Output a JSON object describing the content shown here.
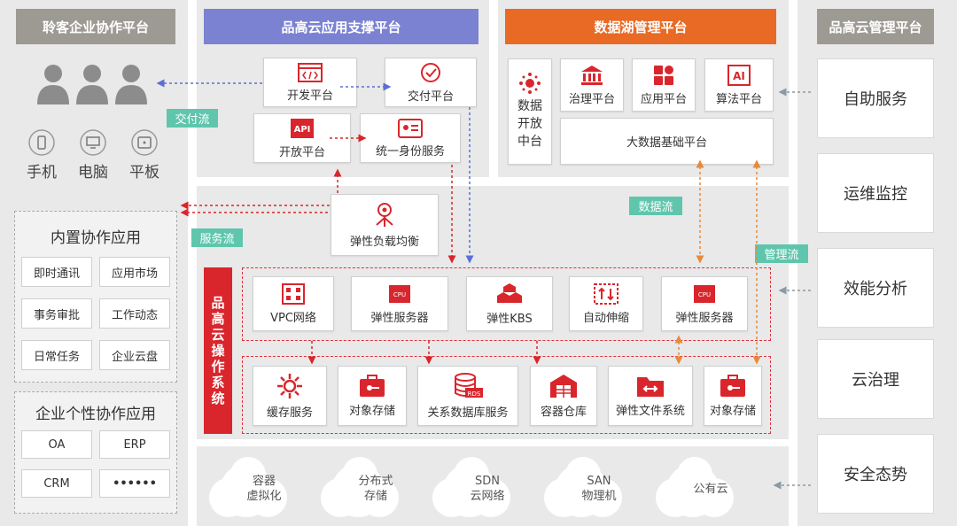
{
  "headers": {
    "left": "聆客企业协作平台",
    "app": "品高云应用支撑平台",
    "lake": "数据湖管理平台",
    "mgmt": "品高云管理平台"
  },
  "devices": [
    "手机",
    "电脑",
    "平板"
  ],
  "flows": {
    "delivery": "交付流",
    "service": "服务流",
    "data": "数据流",
    "management": "管理流"
  },
  "builtin": {
    "title": "内置协作应用",
    "items": [
      "即时通讯",
      "应用市场",
      "事务审批",
      "工作动态",
      "日常任务",
      "企业云盘"
    ]
  },
  "custom": {
    "title": "企业个性协作应用",
    "items": [
      "OA",
      "ERP",
      "CRM",
      "••••••"
    ]
  },
  "app_platform": {
    "dev": "开发平台",
    "delivery": "交付平台",
    "open": "开放平台",
    "identity": "统一身份服务",
    "api_text": "API"
  },
  "lake": {
    "open_center": "数据开放中台",
    "govern": "治理平台",
    "application": "应用平台",
    "algorithm": "算法平台",
    "bigdata": "大数据基础平台",
    "ai_text": "AI"
  },
  "lb": "弹性负载均衡",
  "os_title": "品高云操作系统",
  "compute": [
    "VPC网络",
    "弹性服务器",
    "弹性KBS",
    "自动伸缩",
    "弹性服务器"
  ],
  "storage": [
    "缓存服务",
    "对象存储",
    "关系数据库服务",
    "容器仓库",
    "弹性文件系统",
    "对象存储"
  ],
  "rds_text": "RDS",
  "cpu_text": "CPU",
  "infra": [
    "容器\n虚拟化",
    "分布式\n存储",
    "SDN\n云网络",
    "SAN\n物理机",
    "公有云"
  ],
  "mgmt_items": [
    "自助服务",
    "运维监控",
    "效能分析",
    "云治理",
    "安全态势"
  ],
  "colors": {
    "red": "#d9262c",
    "blue_header": "#7b82d1",
    "orange_header": "#e86a24",
    "gray_header": "#9d9a93",
    "flow_tag": "#5fc6ad"
  }
}
